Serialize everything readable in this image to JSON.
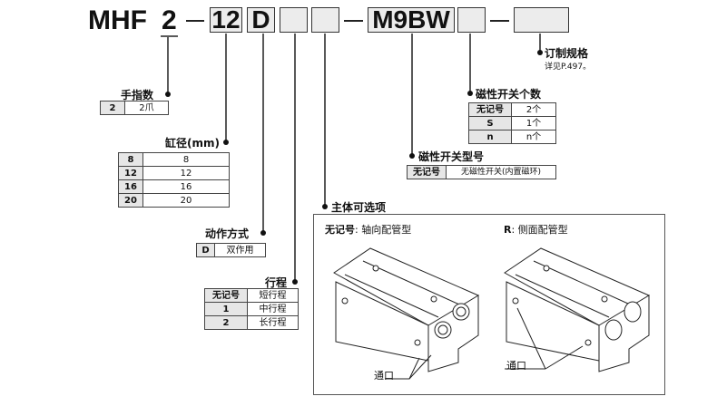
{
  "code": {
    "prefix": "MHF",
    "fingers": "2",
    "bore": "12",
    "action": "D",
    "switch": "M9BW"
  },
  "fingers": {
    "title": "手指数",
    "rows": [
      [
        "2",
        "2爪"
      ]
    ]
  },
  "bore": {
    "title": "缸径(mm)",
    "rows": [
      [
        "8",
        "8"
      ],
      [
        "12",
        "12"
      ],
      [
        "16",
        "16"
      ],
      [
        "20",
        "20"
      ]
    ]
  },
  "action": {
    "title": "动作方式",
    "rows": [
      [
        "D",
        "双作用"
      ]
    ]
  },
  "stroke": {
    "title": "行程",
    "rows": [
      [
        "无记号",
        "短行程"
      ],
      [
        "1",
        "中行程"
      ],
      [
        "2",
        "长行程"
      ]
    ]
  },
  "body_option": {
    "title": "主体可选项",
    "axial_key": "无记号",
    "axial_label": ": 轴向配管型",
    "side_key": "R",
    "side_label": ": 侧面配管型",
    "port": "通口"
  },
  "switch_type": {
    "title": "磁性开关型号",
    "rows": [
      [
        "无记号",
        "无磁性开关(内置磁环)"
      ]
    ]
  },
  "switch_count": {
    "title": "磁性开关个数",
    "rows": [
      [
        "无记号",
        "2个"
      ],
      [
        "S",
        "1个"
      ],
      [
        "n",
        "n个"
      ]
    ]
  },
  "custom": {
    "title": "订制规格",
    "note": "详见P.497。"
  }
}
